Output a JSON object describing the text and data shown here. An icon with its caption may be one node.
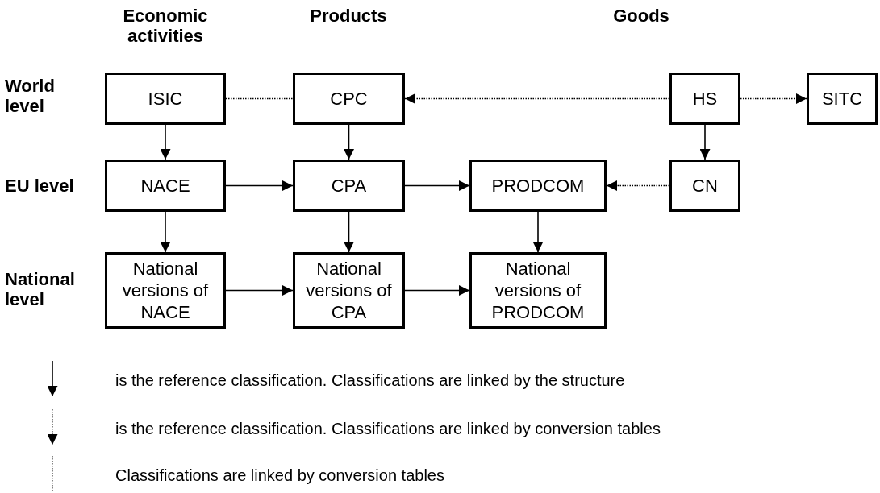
{
  "diagram": {
    "nodes": [
      {
        "text": [
          "ISIC"
        ]
      },
      {
        "text": [
          "CPC"
        ]
      },
      {
        "text": [
          "HS"
        ]
      },
      {
        "text": [
          "SITC"
        ]
      },
      {
        "text": [
          "NACE"
        ]
      },
      {
        "text": [
          "CPA"
        ]
      },
      {
        "text": [
          "PRODCOM"
        ]
      },
      {
        "text": [
          "CN"
        ]
      },
      {
        "text": [
          "National versions of NACE"
        ]
      },
      {
        "text": [
          "National versions of CPA"
        ]
      },
      {
        "text": [
          "National versions of PRODCOM"
        ]
      }
    ],
    "edges": [
      {
        "from": 0,
        "to": 1,
        "arrow": "none",
        "style": "dashed"
      },
      {
        "from": 2,
        "to": 1,
        "arrow": "to",
        "style": "dashed"
      },
      {
        "from": 2,
        "to": 3,
        "arrow": "to",
        "style": "dashed"
      },
      {
        "from": 0,
        "to": 4,
        "arrow": "to"
      },
      {
        "from": 1,
        "to": 5,
        "arrow": "to"
      },
      {
        "from": 2,
        "to": 7,
        "arrow": "to"
      },
      {
        "from": 4,
        "to": 5,
        "arrow": "to"
      },
      {
        "from": 5,
        "to": 6,
        "arrow": "to"
      },
      {
        "from": 7,
        "to": 6,
        "arrow": "to",
        "style": "dashed"
      },
      {
        "from": 4,
        "to": 8,
        "arrow": "to"
      },
      {
        "from": 5,
        "to": 9,
        "arrow": "to"
      },
      {
        "from": 6,
        "to": 10,
        "arrow": "to"
      },
      {
        "from": 8,
        "to": 9,
        "arrow": "to"
      },
      {
        "from": 9,
        "to": 10,
        "arrow": "to"
      }
    ],
    "labels": [
      "Economic activities",
      "Products",
      "Goods",
      "World level",
      "EU level",
      "National level"
    ],
    "legend": [
      {
        "text": "is the reference classification. Classifications are linked by the structure"
      },
      {
        "text": "is the reference classification. Classifications are linked by conversion tables"
      },
      {
        "text": "Classifications are linked by conversion tables"
      }
    ]
  }
}
